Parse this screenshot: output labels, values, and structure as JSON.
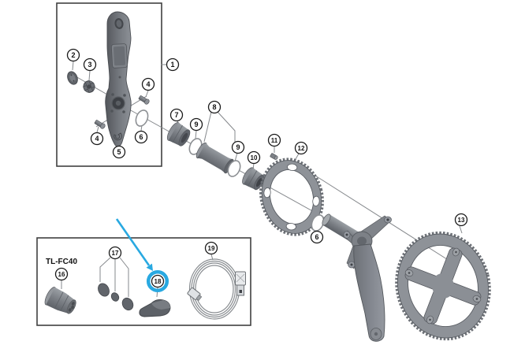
{
  "diagram": {
    "type": "exploded-parts-diagram",
    "subject": "bicycle crankset with bottom bracket, chainrings, tool and charging cable",
    "tool_label": "TL-FC40",
    "highlighted_callout": "18"
  },
  "colors": {
    "highlight": "#29A9E1",
    "part-gray": "#85898f",
    "line-gray": "#85888c",
    "outline": "#404040"
  },
  "callouts": {
    "c1": "1",
    "c2": "2",
    "c3": "3",
    "c4a": "4",
    "c4b": "4",
    "c5": "5",
    "c6a": "6",
    "c6b": "6",
    "c7": "7",
    "c8": "8",
    "c9a": "9",
    "c9b": "9",
    "c10": "10",
    "c11": "11",
    "c12": "12",
    "c13": "13",
    "c16": "16",
    "c17": "17",
    "c18": "18",
    "c19": "19"
  }
}
